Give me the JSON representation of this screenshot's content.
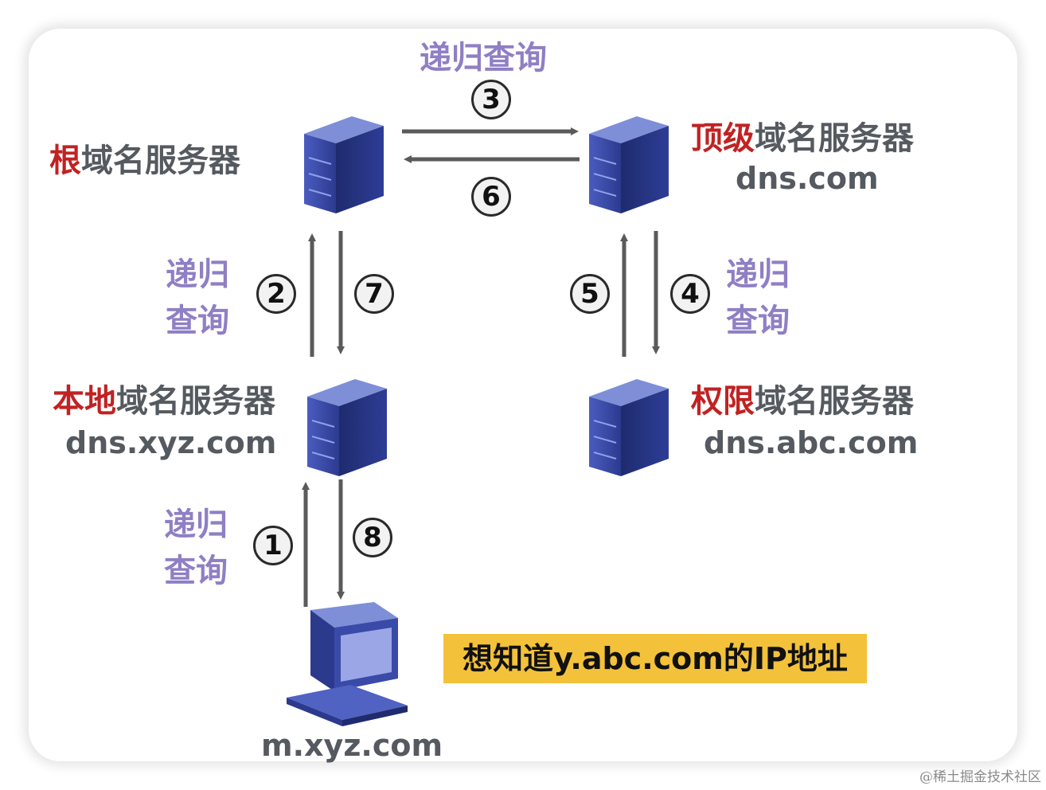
{
  "title": "递归查询",
  "nodes": {
    "root": {
      "highlight": "根",
      "rest": "域名服务器"
    },
    "tld": {
      "highlight": "顶级",
      "rest": "域名服务器",
      "host": "dns.com"
    },
    "local": {
      "highlight": "本地",
      "rest": "域名服务器",
      "host": "dns.xyz.com"
    },
    "auth": {
      "highlight": "权限",
      "rest": "域名服务器",
      "host": "dns.abc.com"
    },
    "client": {
      "host": "m.xyz.com"
    }
  },
  "query_labels": {
    "left_upper": {
      "line1": "递归",
      "line2": "查询"
    },
    "right_upper": {
      "line1": "递归",
      "line2": "查询"
    },
    "left_lower": {
      "line1": "递归",
      "line2": "查询"
    }
  },
  "steps": [
    "①",
    "②",
    "③",
    "④",
    "⑤",
    "⑥",
    "⑦",
    "⑧"
  ],
  "note": "想知道y.abc.com的IP地址",
  "watermark": "@稀土掘金技术社区",
  "colors": {
    "accent_purple": "#8f7fc4",
    "highlight_red": "#c12222",
    "note_yellow": "#f3c23a",
    "server_blue": "#2b3a8f"
  }
}
